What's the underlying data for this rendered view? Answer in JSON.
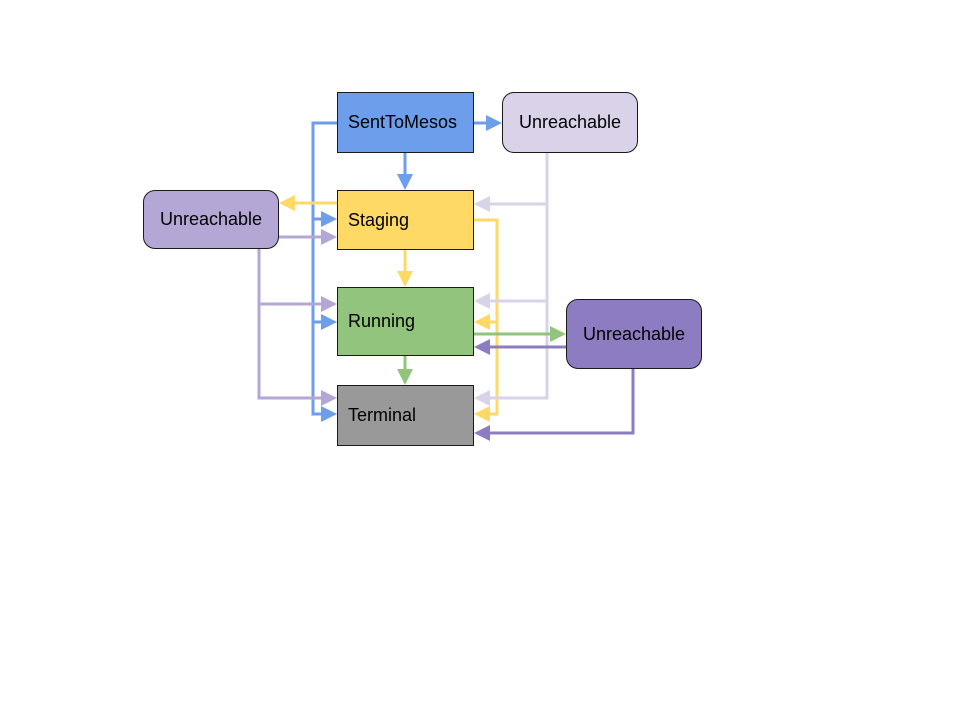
{
  "colors": {
    "sent": "#6d9eeb",
    "staging": "#ffd966",
    "running": "#93c47d",
    "terminal": "#999999",
    "unreachable_top": "#d9d2e9",
    "unreachable_left": "#b4a7d6",
    "unreachable_right": "#8e7cc3"
  },
  "nodes": {
    "sent_to_mesos": "SentToMesos",
    "staging": "Staging",
    "running": "Running",
    "terminal": "Terminal",
    "unreachable_top": "Unreachable",
    "unreachable_left": "Unreachable",
    "unreachable_right": "Unreachable"
  }
}
